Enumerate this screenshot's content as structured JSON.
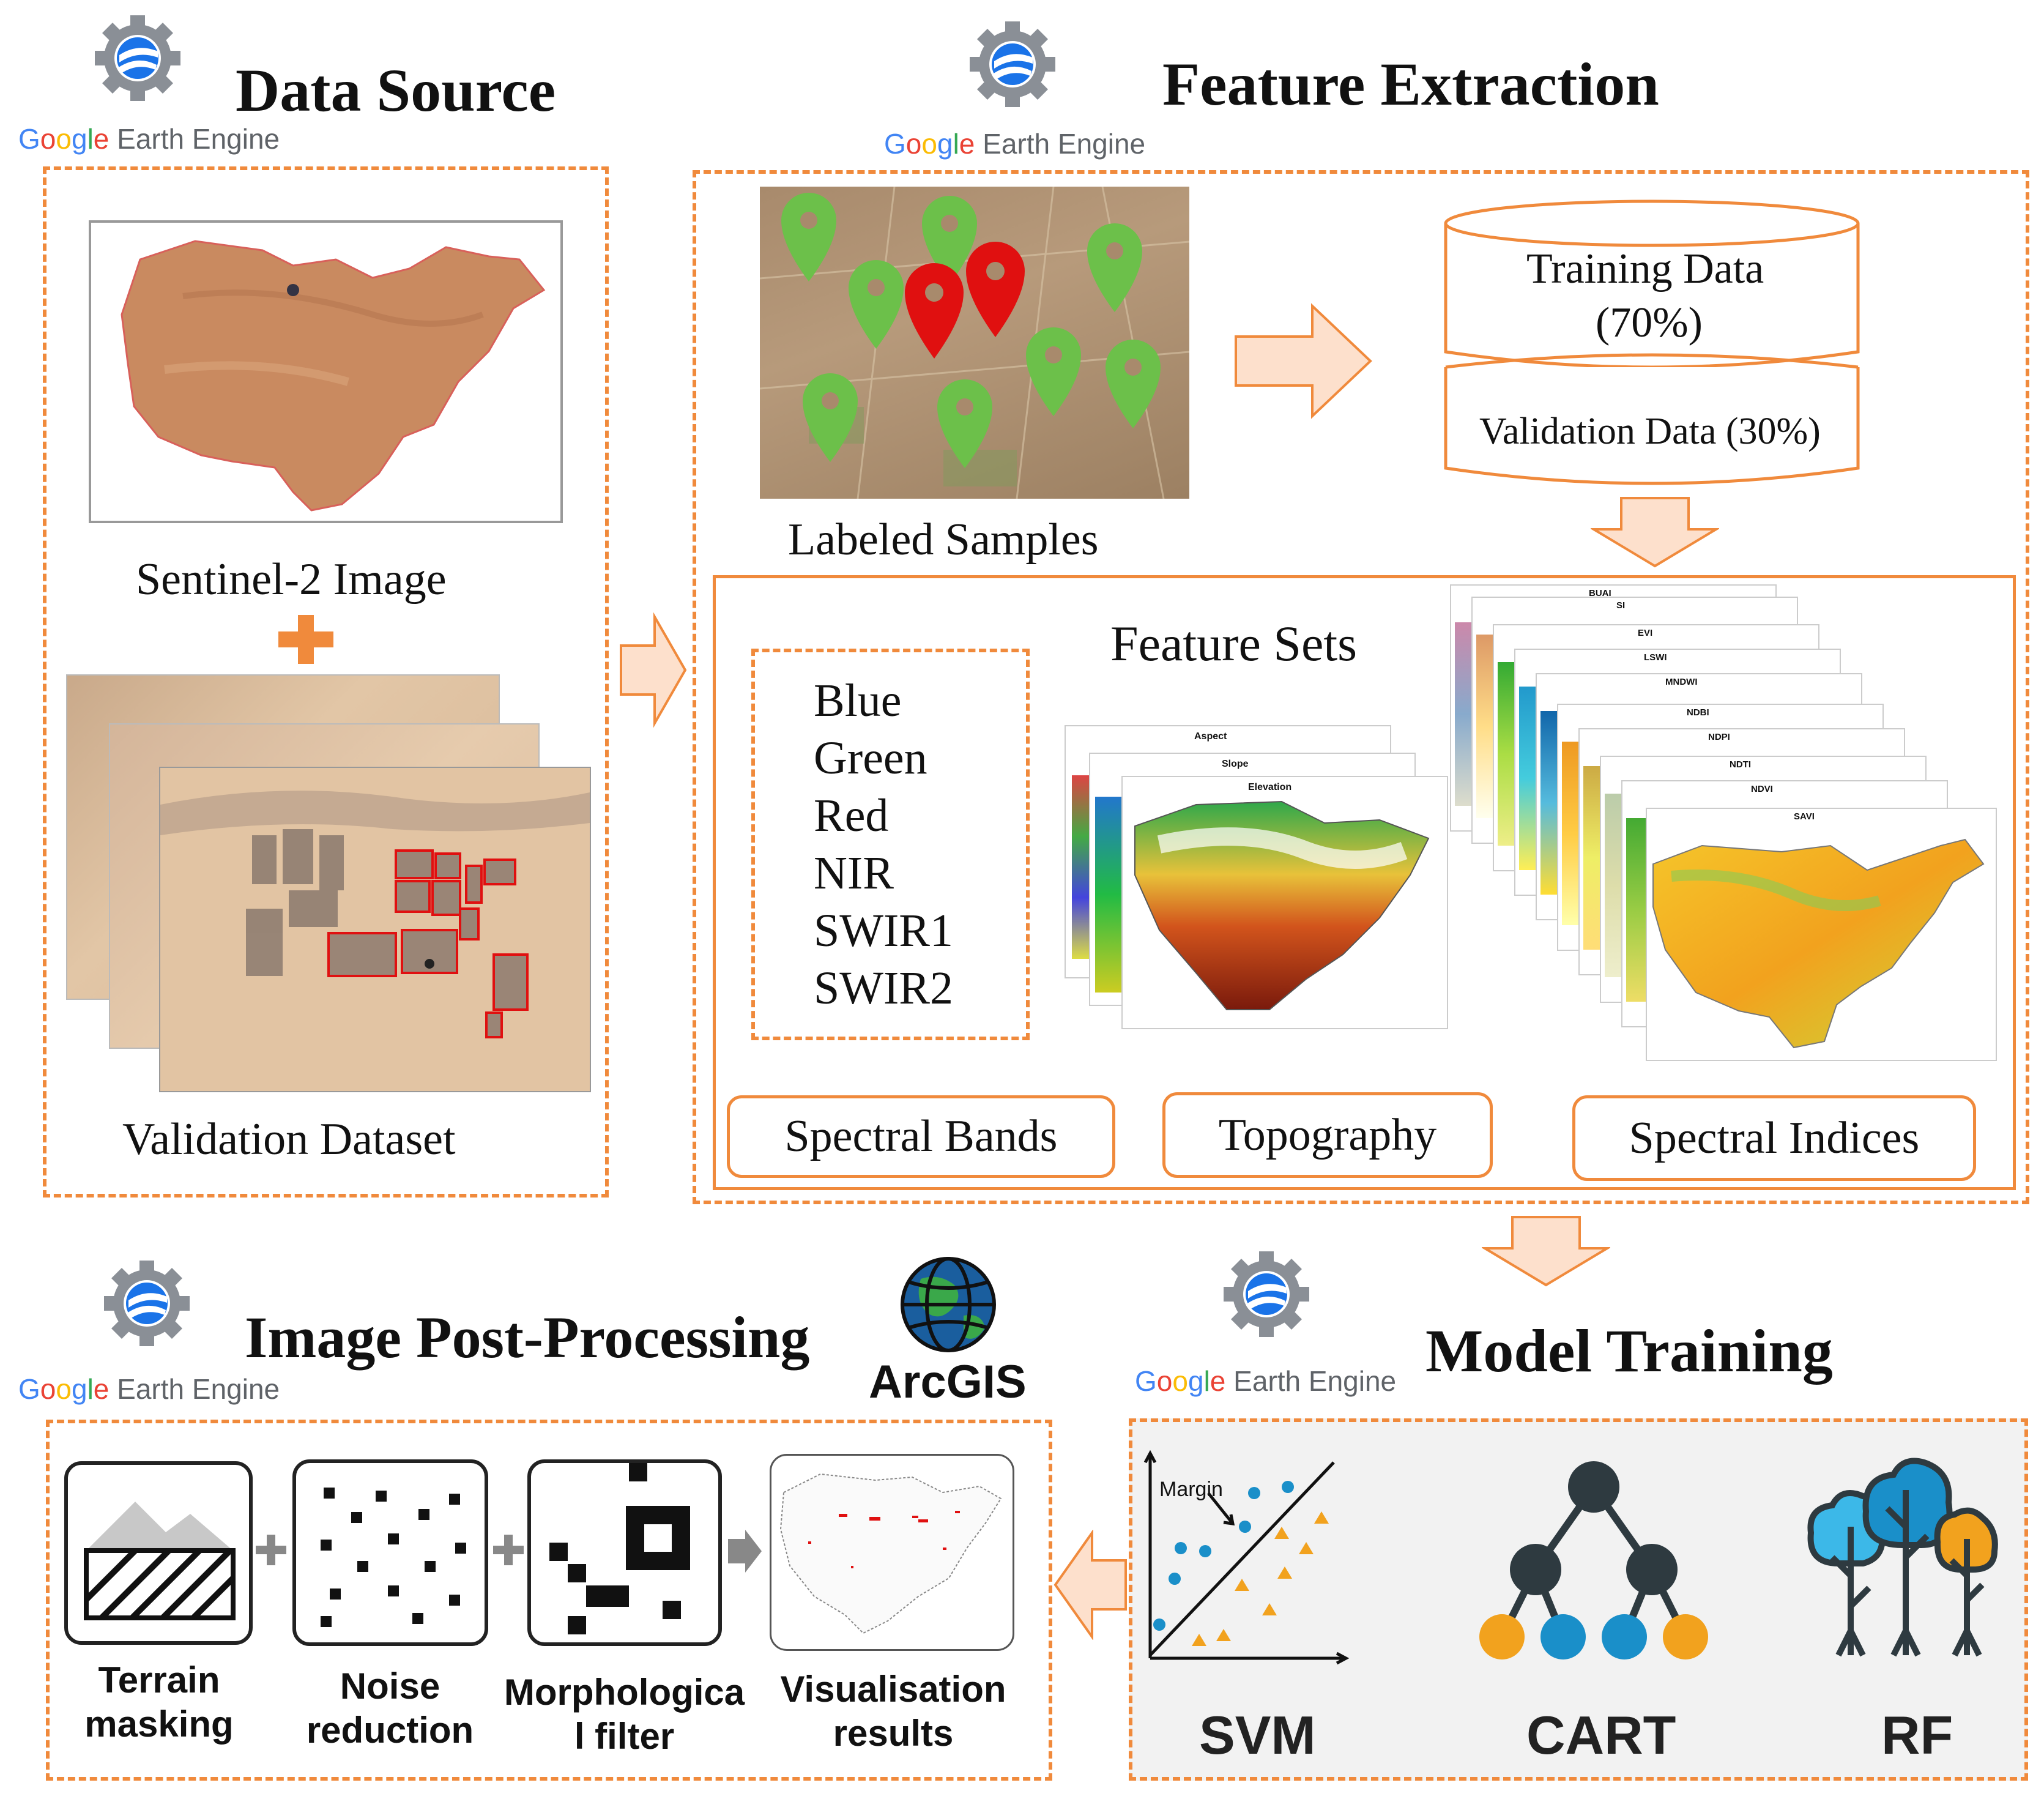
{
  "sections": {
    "data_source": {
      "title": "Data Source",
      "image_label": "Sentinel-2 Image",
      "dataset_label": "Validation Dataset"
    },
    "feature_extraction": {
      "title": "Feature Extraction",
      "samples_label": "Labeled Samples",
      "training": "Training Data",
      "training_pct": "(70%)",
      "validation": "Validation Data (30%)",
      "feature_sets": "Feature Sets",
      "bands": [
        "Blue",
        "Green",
        "Red",
        "NIR",
        "SWIR1",
        "SWIR2"
      ],
      "topo_layers": [
        "Aspect",
        "Slope",
        "Elevation"
      ],
      "index_layers": [
        "BUAI",
        "SI",
        "EVI",
        "LSWI",
        "MNDWI",
        "NDBI",
        "NDPI",
        "NDTI",
        "NDVI",
        "SAVI"
      ],
      "groups": [
        "Spectral Bands",
        "Topography",
        "Spectral Indices"
      ]
    },
    "post_processing": {
      "title": "Image Post-Processing",
      "arcgis": "ArcGIS",
      "steps": [
        {
          "l1": "Terrain",
          "l2": "masking"
        },
        {
          "l1": "Noise",
          "l2": "reduction"
        },
        {
          "l1": "Morphologica",
          "l2": "l filter"
        },
        {
          "l1": "Visualisation",
          "l2": "results"
        }
      ]
    },
    "model_training": {
      "title": "Model Training",
      "margin": "Margin",
      "models": [
        "SVM",
        "CART",
        "RF"
      ]
    }
  },
  "gee": {
    "g1": "G",
    "o1": "o",
    "o2": "o",
    "g2": "g",
    "l": "l",
    "e": "e",
    "rest": " Earth Engine"
  },
  "colors": {
    "accent": "#f08a3c",
    "arrow_fill": "#fde0cc",
    "pin_green": "#6cc04a",
    "pin_red": "#e01010"
  }
}
